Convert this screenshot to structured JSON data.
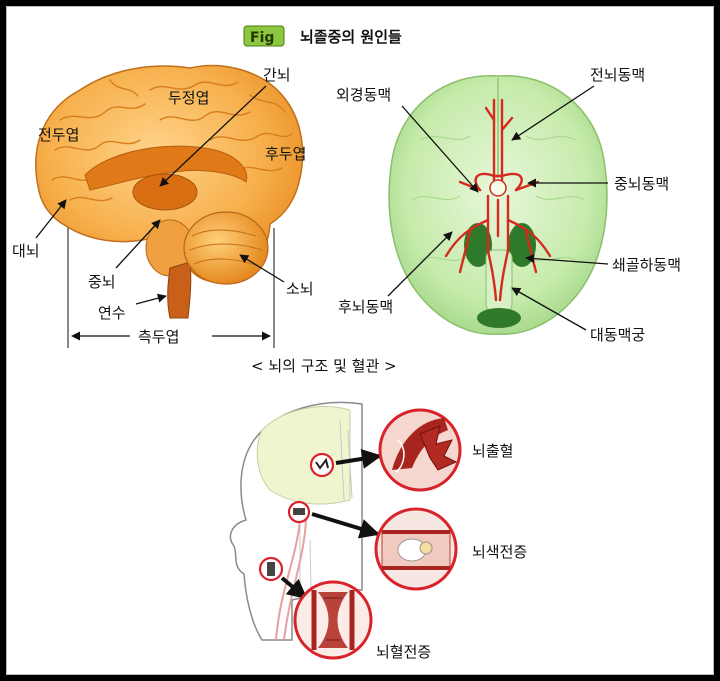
{
  "header": {
    "badge": "Fig",
    "title": "뇌졸중의 원인들"
  },
  "brain_side": {
    "labels": {
      "interbrain": "간뇌",
      "parietal": "두정엽",
      "frontal": "전두엽",
      "occipital": "후두엽",
      "cerebrum": "대뇌",
      "midbrain": "중뇌",
      "medulla": "연수",
      "cerebellum": "소뇌",
      "temporal": "측두엽"
    }
  },
  "brain_base": {
    "labels": {
      "carotid": "외경동맥",
      "anterior": "전뇌동맥",
      "middle": "중뇌동맥",
      "subclavian": "쇄골하동맥",
      "posterior": "후뇌동맥",
      "aortic_arch": "대동맥궁"
    }
  },
  "caption": "< 뇌의 구조 및 혈관 >",
  "stroke_types": {
    "hemorrhage": "뇌출혈",
    "embolism": "뇌색전증",
    "thrombosis": "뇌혈전증"
  },
  "colors": {
    "brain_orange": "#f4a23a",
    "artery_red": "#d42a1f",
    "base_green": "#bfe6a0",
    "ring_red": "#d8232a"
  }
}
